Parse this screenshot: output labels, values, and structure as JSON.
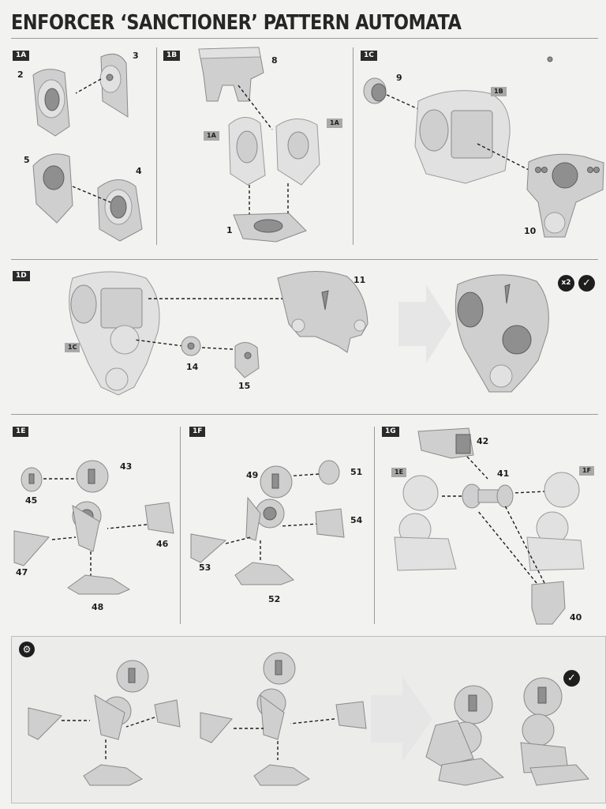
{
  "title": "ENFORCER ‘SANCTIONER’ PATTERN AUTOMATA",
  "steps": {
    "s1a": "1A",
    "s1b": "1B",
    "s1c": "1C",
    "s1d": "1D",
    "s1e": "1E",
    "s1f": "1F",
    "s1g": "1G"
  },
  "tags": {
    "t1a_left": "1A",
    "t1a_right": "1A",
    "t1b": "1B",
    "t1c": "1C",
    "t1e": "1E",
    "t1f": "1F"
  },
  "parts": {
    "p1": "1",
    "p2": "2",
    "p3": "3",
    "p4": "4",
    "p5": "5",
    "p8": "8",
    "p9": "9",
    "p10": "10",
    "p11": "11",
    "p14": "14",
    "p15": "15",
    "p40": "40",
    "p41": "41",
    "p42": "42",
    "p43": "43",
    "p45": "45",
    "p46": "46",
    "p47": "47",
    "p48": "48",
    "p49": "49",
    "p51": "51",
    "p52": "52",
    "p53": "53",
    "p54": "54"
  },
  "badges": {
    "repeat": "x2"
  },
  "icons": {
    "check": "checkmark-icon",
    "gear": "gears-icon"
  }
}
